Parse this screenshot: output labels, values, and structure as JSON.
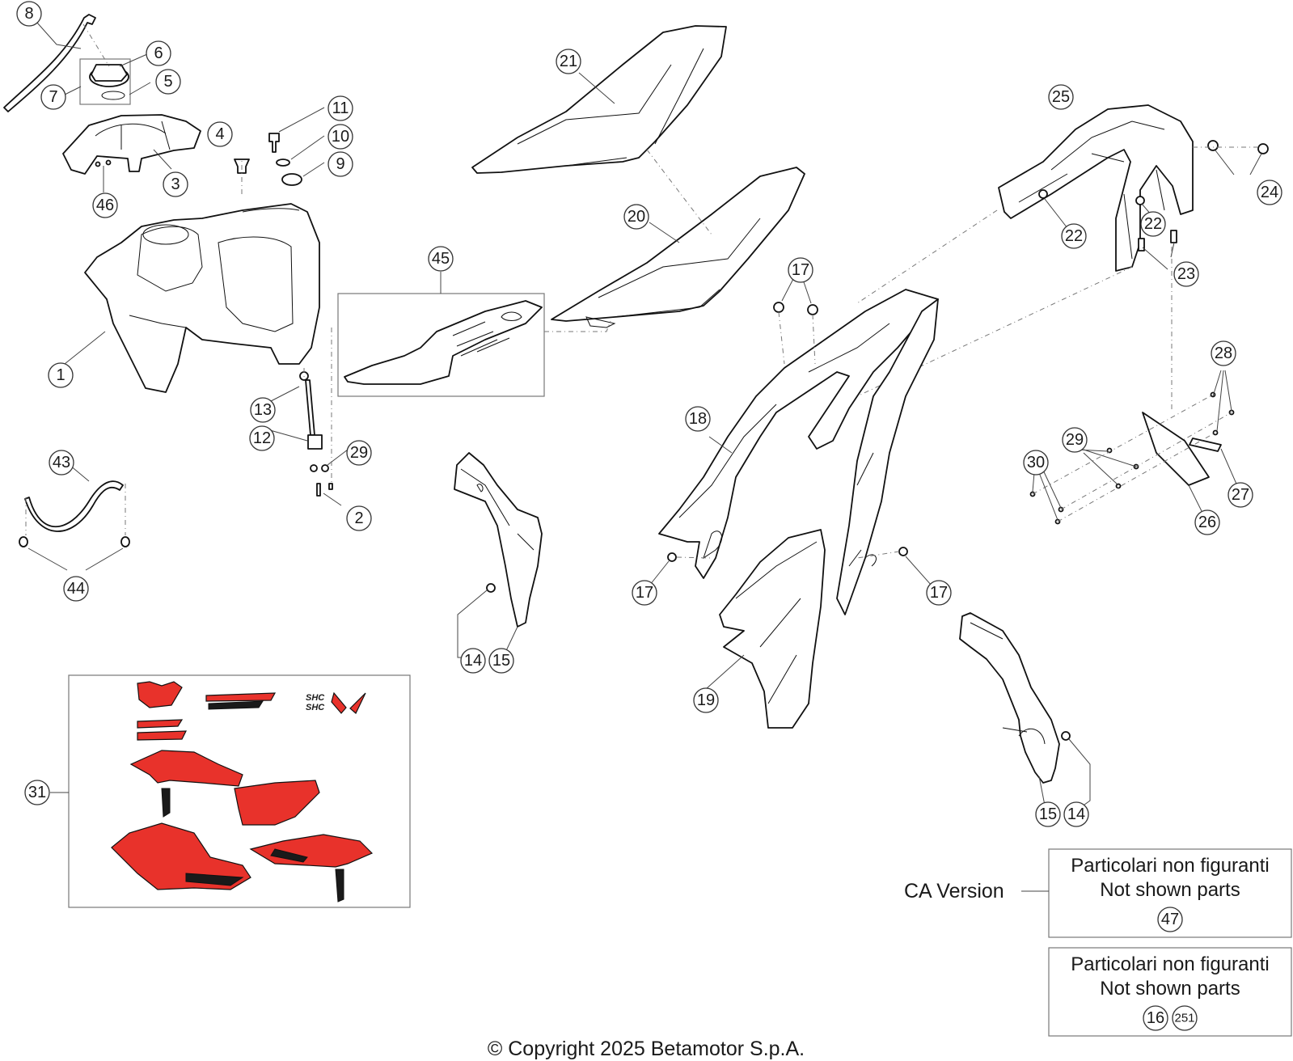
{
  "callouts": [
    "8",
    "6",
    "5",
    "7",
    "3",
    "46",
    "4",
    "11",
    "10",
    "9",
    "1",
    "13",
    "12",
    "29",
    "2",
    "43",
    "44",
    "21",
    "20",
    "45",
    "25",
    "24",
    "22",
    "22",
    "23",
    "17",
    "18",
    "17",
    "17",
    "19",
    "28",
    "29",
    "30",
    "27",
    "26",
    "14",
    "15",
    "15",
    "14",
    "31",
    "47",
    "16",
    "251"
  ],
  "notes": {
    "ca_version_label": "CA Version",
    "box1": {
      "line1": "Particolari non figuranti",
      "line2": "Not shown parts"
    },
    "box2": {
      "line1": "Particolari non figuranti",
      "line2": "Not shown parts"
    }
  },
  "copyright": "© Copyright 2025 Betamotor S.p.A.",
  "colors": {
    "decal_red": "#e8322b",
    "line": "#111111",
    "callout_stroke": "#333333"
  }
}
